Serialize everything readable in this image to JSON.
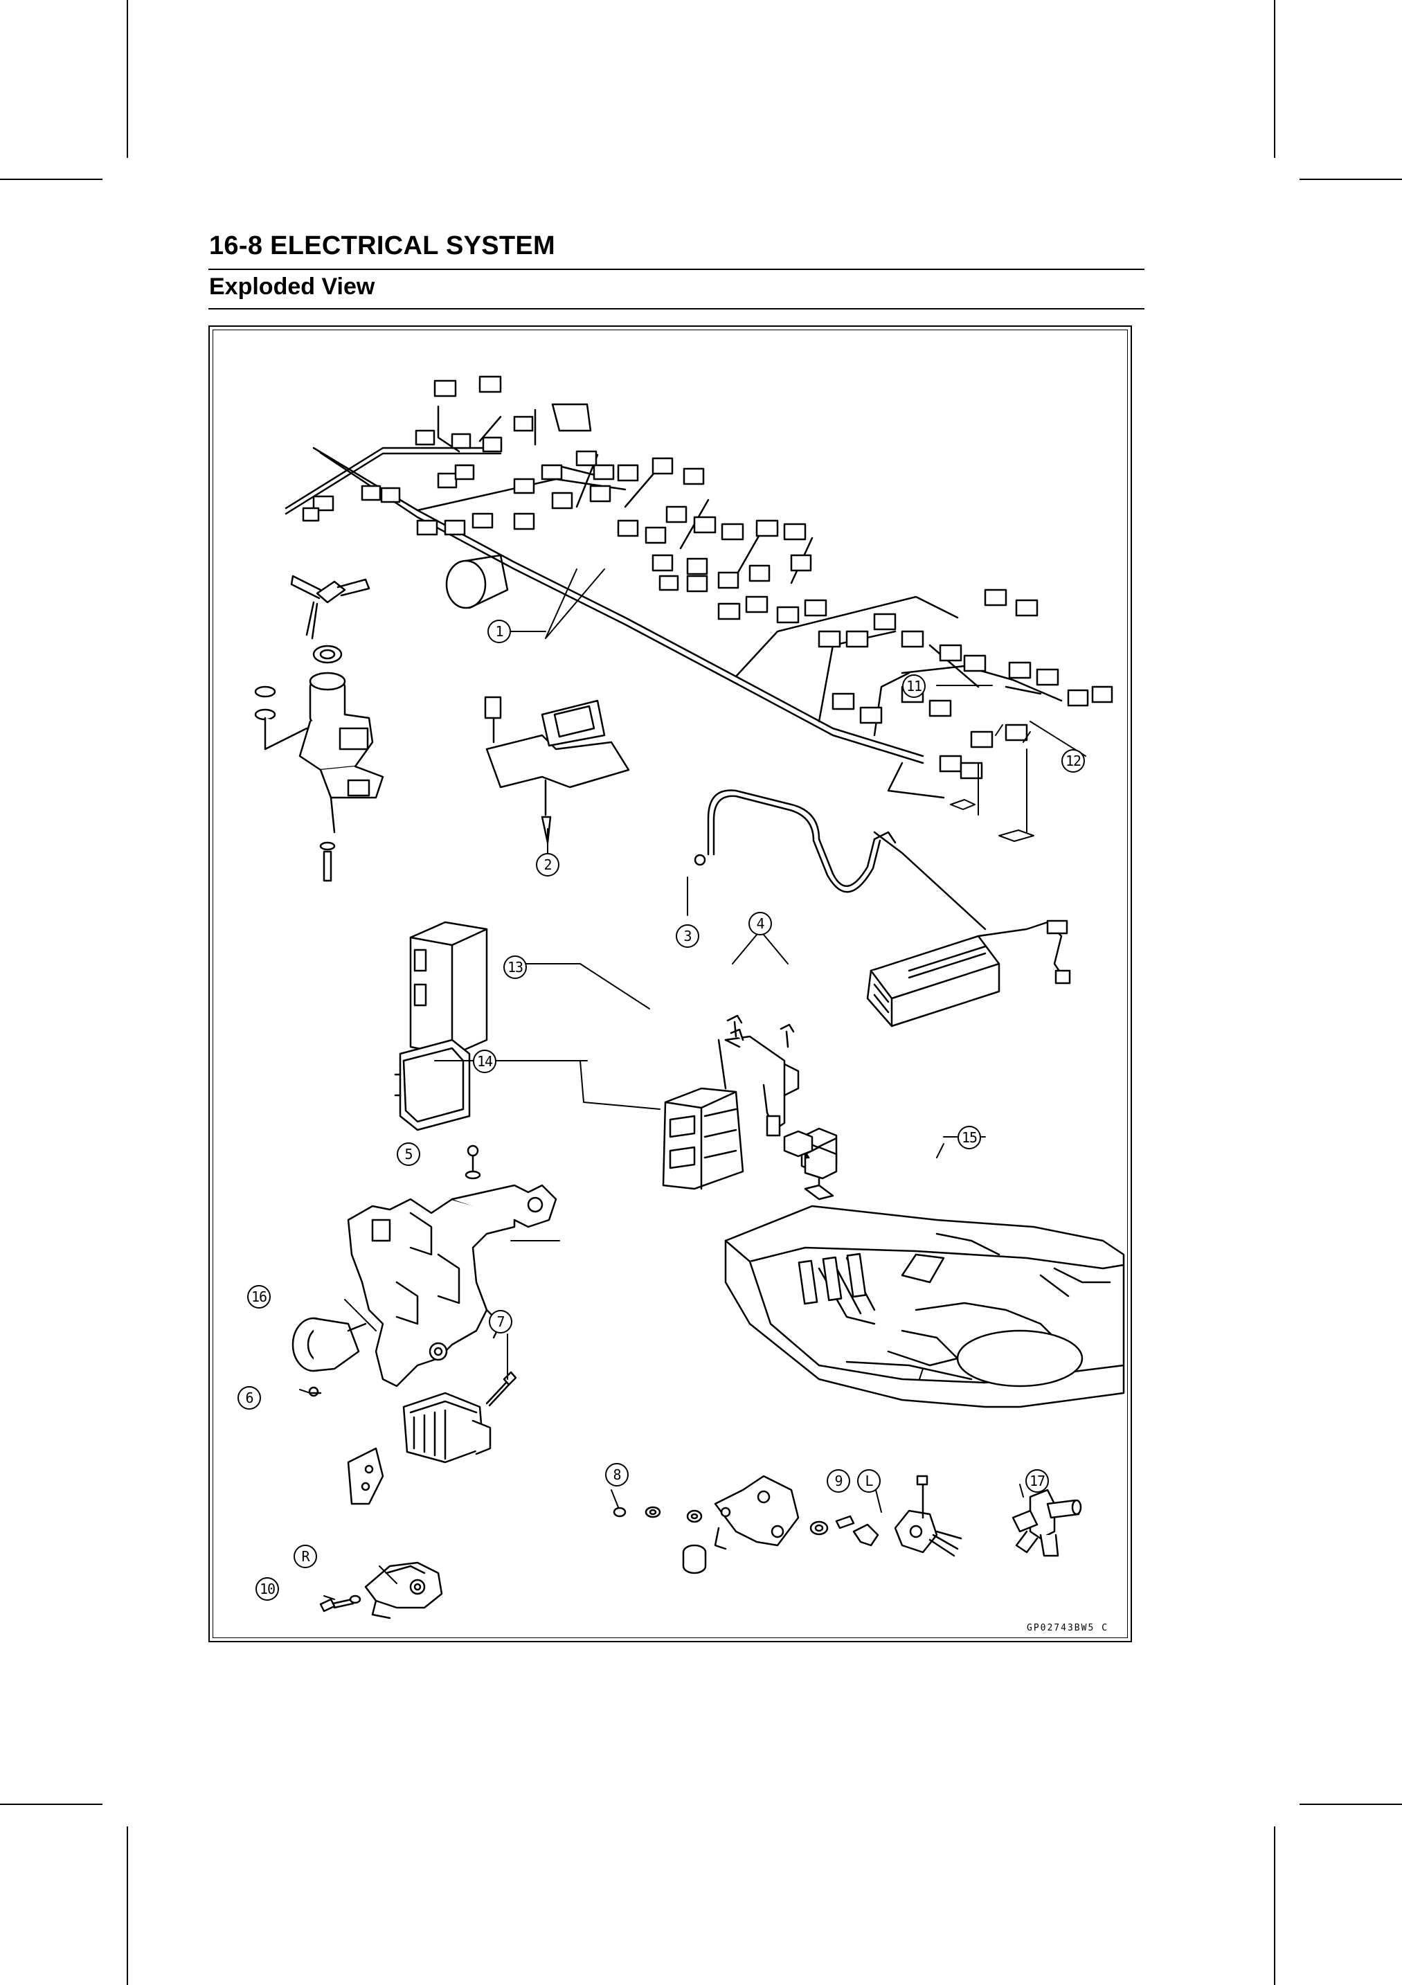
{
  "header": {
    "page_title": "16-8 ELECTRICAL SYSTEM",
    "section_title": "Exploded View"
  },
  "figure": {
    "reference_code": "GP02743BW5 C",
    "callouts": [
      "1",
      "2",
      "3",
      "4",
      "5",
      "6",
      "7",
      "8",
      "9",
      "L",
      "10",
      "R",
      "11",
      "12",
      "13",
      "14",
      "15",
      "16",
      "17"
    ]
  }
}
